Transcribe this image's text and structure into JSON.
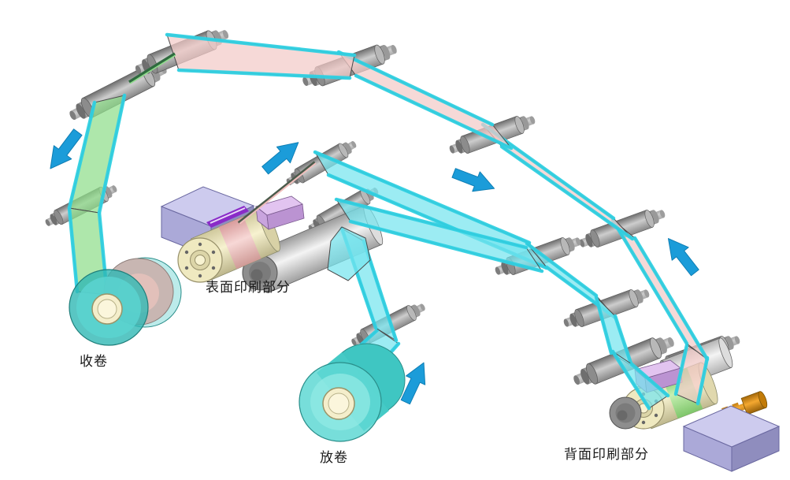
{
  "page": {
    "background": "#ffffff"
  },
  "labels": {
    "takeup": "收卷",
    "front_print": "表面印刷部分",
    "unwind": "放卷",
    "back_print": "背面印刷部分"
  },
  "flow_arrows": [
    {
      "id": "takeup-flow-arrow",
      "direction": "down-left"
    },
    {
      "id": "front-print-exit-flow-arrow",
      "direction": "up-right"
    },
    {
      "id": "transfer-flow-arrow",
      "direction": "right"
    },
    {
      "id": "unwind-flow-arrow",
      "direction": "up-right"
    },
    {
      "id": "return-flow-arrow",
      "direction": "up-left"
    }
  ],
  "colors": {
    "page_bg": "#ffffff",
    "web_cyan": "#76e4ef",
    "web_cyan_edge": "#2fd0e2",
    "web_pink": "#f3cbc8",
    "web_green": "#8fde8b",
    "arrow_blue": "#1b9cd9",
    "roller_gray": "#ababab",
    "box_lavender_top": "#cdcbee",
    "box_lavender_front": "#aba9d8",
    "box_lavender_side": "#8f8dbe",
    "block_purple": "#d5b8e6",
    "slot_purple": "#8a2bc8",
    "cylinder_cream": "#efe9c0",
    "plate_band_pink": "#f2c6c6",
    "plate_band_green": "#9fe08e",
    "roll_teal": "#3fc6c2",
    "core_cream": "#f4eecb",
    "pump_orange": "#e8940c"
  }
}
